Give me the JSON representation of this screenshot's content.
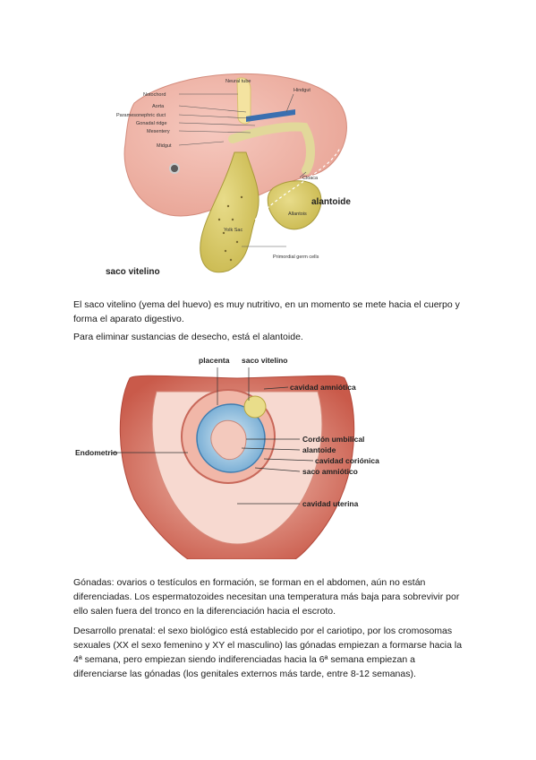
{
  "figure1": {
    "labels": {
      "neural_tube": "Neural tube",
      "notochord": "Notochord",
      "aorta": "Aorta",
      "paramesonephric_duct": "Paramesonephric duct",
      "gonadal_ridge": "Gonadal ridge",
      "mesentery": "Mesentery",
      "midgut": "Midgut",
      "hindgut": "Hindgut",
      "cloaca": "Cloaca",
      "alantoide": "alantoide",
      "allantois": "Allantois",
      "yolk_sac": "Yolk Sac",
      "primordial_germ_cells": "Primordial germ cells",
      "saco_vitelino": "saco vitelino"
    }
  },
  "paragraphs": {
    "p1": "El saco vitelino (yema del huevo) es muy nutritivo, en un momento se mete hacia el cuerpo y forma el aparato digestivo.",
    "p2": "Para eliminar sustancias de desecho, está el alantoide.",
    "p3": "Gónadas: ovarios o testículos en formación, se forman en el abdomen, aún no están diferenciadas. Los espermatozoides necesitan una temperatura más baja para sobrevivir por ello salen fuera del tronco en la diferenciación hacia el escroto.",
    "p4": "Desarrollo prenatal: el sexo biológico está establecido por el cariotipo, por los cromosomas sexuales (XX el sexo femenino y XY el masculino) las gónadas empiezan a formarse hacia la 4ª semana, pero empiezan siendo indiferenciadas hacia la 6ª semana empiezan a diferenciarse las gónadas (los genitales externos más tarde, entre 8-12 semanas)."
  },
  "figure2": {
    "labels": {
      "placenta": "placenta",
      "saco_vitelino": "saco vitelino",
      "cavidad_amniotica": "cavidad amniótica",
      "endometrio": "Endometrio",
      "cordon_umbilical": "Cordón umbilical",
      "alantoide": "alantoide",
      "cavidad_corionica": "cavidad coriónica",
      "saco_amniotico": "saco amniótico",
      "cavidad_uterina": "cavidad uterina"
    }
  }
}
